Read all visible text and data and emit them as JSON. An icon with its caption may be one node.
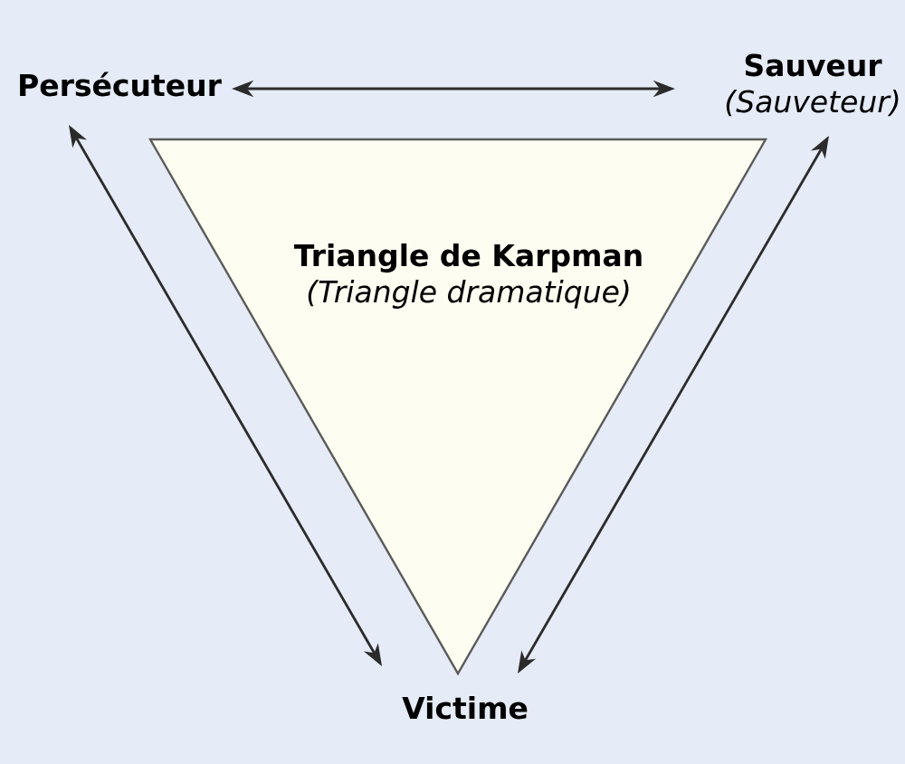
{
  "diagram": {
    "nodes": [
      {
        "text": [
          "Persécuteur"
        ]
      },
      {
        "text": [
          "Sauveur",
          "(Sauveteur)"
        ]
      },
      {
        "text": [
          "Triangle de Karpman",
          "(Triangle dramatique)"
        ]
      },
      {
        "text": [
          "Victime"
        ]
      }
    ],
    "edges": [
      {
        "from": 0,
        "to": 1,
        "arrow": "both"
      },
      {
        "from": 0,
        "to": 3,
        "arrow": "both"
      },
      {
        "from": 1,
        "to": 3,
        "arrow": "both"
      }
    ]
  }
}
